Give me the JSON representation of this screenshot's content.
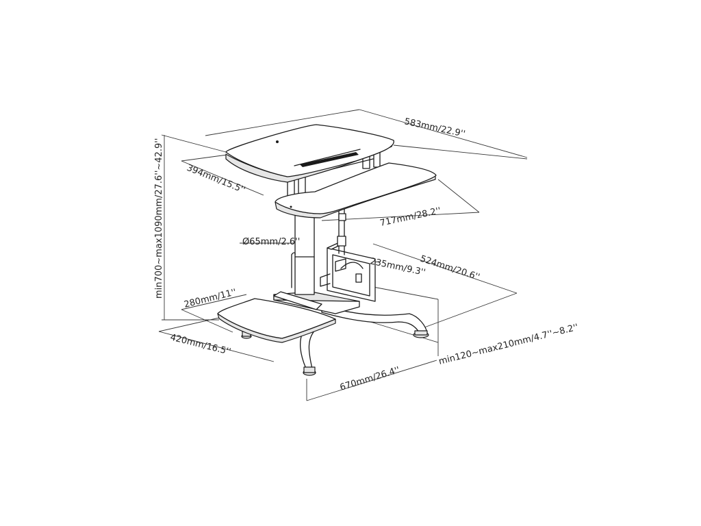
{
  "diagram": {
    "dimensions": {
      "top_tray_width": "583mm/22.9''",
      "top_tray_depth": "394mm/15.5''",
      "keyboard_tray_width": "717mm/28.2''",
      "column_diameter": "Ø65mm/2.6''",
      "cpu_holder_width": "235mm/9.3''",
      "base_depth": "524mm/20.6''",
      "mouse_tray_depth": "280mm/11''",
      "mouse_tray_width": "420mm/16.5''",
      "base_width": "670mm/26.4''",
      "cpu_holder_height": "min120~max210mm/4.7''~8.2''",
      "overall_height": "min700~max1090mm/27.6''~42.9''"
    }
  }
}
